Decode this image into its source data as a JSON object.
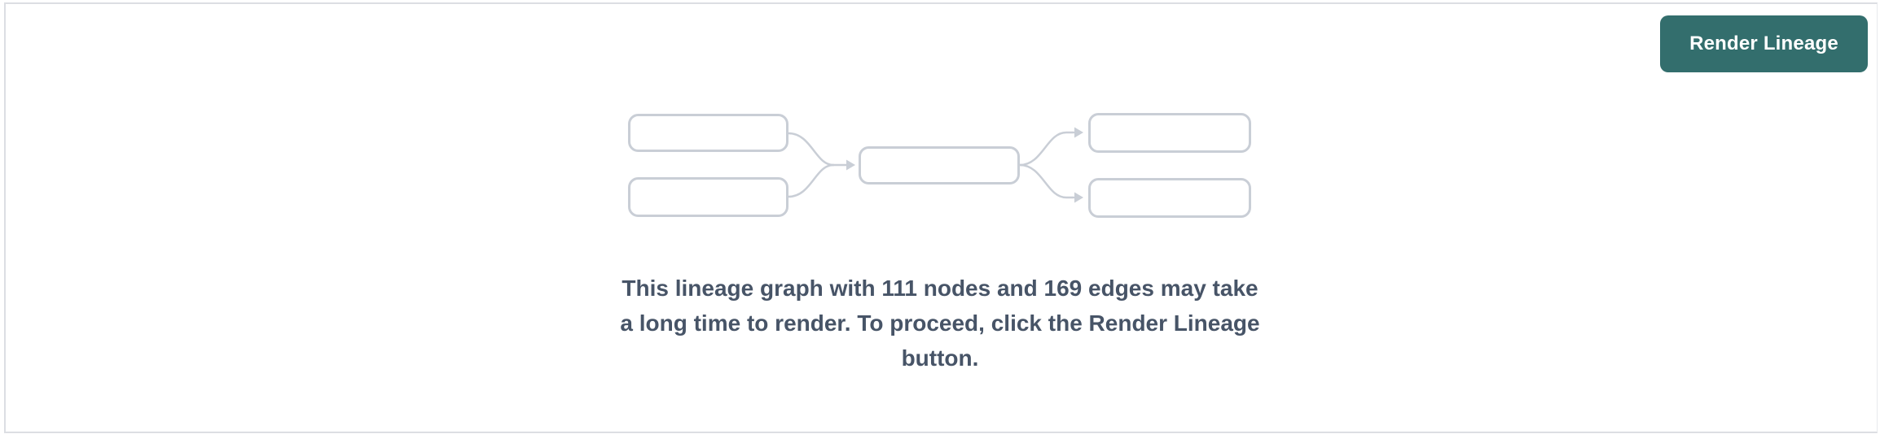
{
  "toolbar": {
    "render_button_label": "Render Lineage"
  },
  "empty_state": {
    "message": "This lineage graph with 111 nodes and 169 edges may take a long time to render. To proceed, click the Render Lineage button.",
    "message_lines": [
      "This lineage graph with 111 nodes and 169 edges may take",
      "a long time to render. To proceed, click the Render Lineage",
      "button."
    ],
    "node_count": 111,
    "edge_count": 169
  },
  "icons": {
    "placeholder": "lineage-graph-icon"
  },
  "colors": {
    "button_background": "#336e6d",
    "button_text": "#ffffff",
    "placeholder_stroke": "#c9ced6",
    "message_text": "#475467",
    "panel_border": "#dcdee3"
  }
}
